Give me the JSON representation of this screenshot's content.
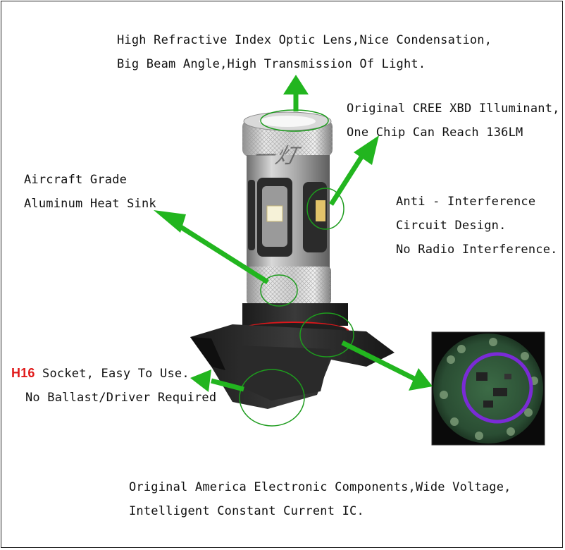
{
  "labels": {
    "lens_line1": "High Refractive Index Optic Lens,Nice Condensation,",
    "lens_line2": "Big Beam Angle,High Transmission Of Light.",
    "cree_line1": "Original CREE XBD Illuminant,",
    "cree_line2": "One Chip Can Reach 136LM",
    "sink_line1": "Aircraft Grade",
    "sink_line2": "Aluminum Heat Sink",
    "anti_line1": "Anti - Interference",
    "anti_line2": "Circuit Design.",
    "anti_line3": "No Radio Interference.",
    "socket_type": "H16",
    "socket_line1_rest": " Socket, Easy To Use.",
    "socket_line2": "No Ballast/Driver Required",
    "ic_line1": "Original America Electronic Components,Wide Voltage,",
    "ic_line2": "Intelligent Constant Current IC."
  },
  "watermark": "一灯",
  "colors": {
    "arrow": "#22b51f",
    "highlight_circle": "#1e9c1e",
    "h16_text": "#e01a1a",
    "socket_ring": "#e0161a",
    "pcb_ring": "#7a2bd6",
    "pcb_board": "#2f5a3a"
  }
}
